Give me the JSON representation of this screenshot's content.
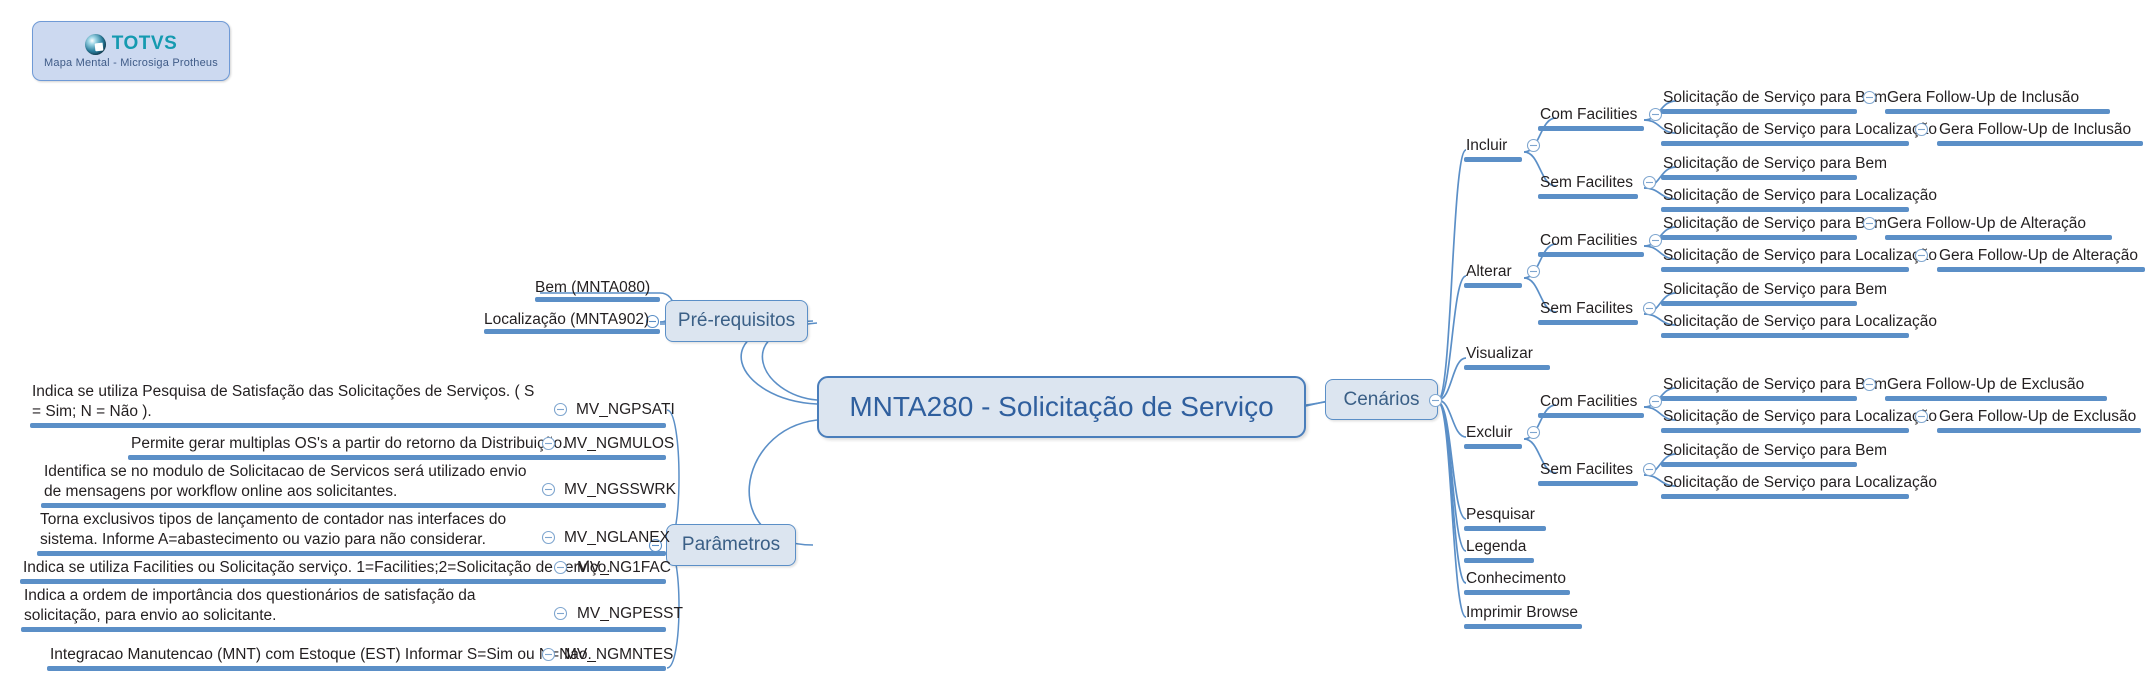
{
  "logo": {
    "brand": "TOTVS",
    "subtitle": "Mapa Mental - Microsiga Protheus",
    "mark_icon": "totvs-sphere-icon"
  },
  "colors": {
    "branch_line": "#5b8fc7",
    "node_fill": "#dce5f0",
    "node_border": "#4a7ebb",
    "central_text": "#2f5f9e",
    "leaf_text": "#231f20",
    "brand_teal": "#159ab0"
  },
  "central": {
    "label": "MNTA280 - Solicitação de Serviço"
  },
  "branches": {
    "prerequisitos": {
      "label": "Pré-requisitos",
      "children": [
        {
          "label": "Bem (MNTA080)"
        },
        {
          "label": "Localização (MNTA902)"
        }
      ]
    },
    "parametros": {
      "label": "Parâmetros",
      "children": [
        {
          "desc": "Indica se utiliza Pesquisa de Satisfação das Solicitações de Serviços. ( S = Sim; N = Não ).",
          "code": "MV_NGPSATI"
        },
        {
          "desc": "Permite gerar multiplas OS's a partir do retorno da Distribuição.",
          "code": "MV_NGMULOS"
        },
        {
          "desc": "Identifica se no modulo de Solicitacao de Servicos será utilizado envio de mensagens por workflow online aos solicitantes.",
          "code": "MV_NGSSWRK"
        },
        {
          "desc": "Torna exclusivos tipos de lançamento de contador  nas interfaces do sistema. Informe A=abastecimento ou vazio para não considerar.",
          "code": "MV_NGLANEX"
        },
        {
          "desc": "Indica se utiliza Facilities ou Solicitação  serviço. 1=Facilities;2=Solicitação de serviço.",
          "code": "MV_NG1FAC"
        },
        {
          "desc": "Indica a ordem de importância dos questionários de satisfação da solicitação, para envio ao solicitante.",
          "code": "MV_NGPESST"
        },
        {
          "desc": "Integracao Manutencao (MNT) com Estoque (EST) Informar S=Sim ou N=Nao.",
          "code": "MV_NGMNTES"
        }
      ]
    },
    "cenarios": {
      "label": "Cenários",
      "items": [
        {
          "label": "Incluir",
          "groups": [
            {
              "label": "Com Facilities",
              "rows": [
                {
                  "label": "Solicitação de Serviço para Bem",
                  "followup": "Gera Follow-Up de Inclusão"
                },
                {
                  "label": "Solicitação de Serviço para Localização",
                  "followup": "Gera Follow-Up de Inclusão"
                }
              ]
            },
            {
              "label": "Sem Facilites",
              "rows": [
                {
                  "label": "Solicitação de Serviço para Bem",
                  "followup": ""
                },
                {
                  "label": "Solicitação de Serviço para Localização",
                  "followup": ""
                }
              ]
            }
          ]
        },
        {
          "label": "Alterar",
          "groups": [
            {
              "label": "Com Facilities",
              "rows": [
                {
                  "label": "Solicitação de Serviço para Bem",
                  "followup": "Gera Follow-Up de Alteração"
                },
                {
                  "label": "Solicitação de Serviço para Localização",
                  "followup": "Gera Follow-Up de Alteração"
                }
              ]
            },
            {
              "label": "Sem Facilites",
              "rows": [
                {
                  "label": "Solicitação de Serviço para Bem",
                  "followup": ""
                },
                {
                  "label": "Solicitação de Serviço para Localização",
                  "followup": ""
                }
              ]
            }
          ]
        },
        {
          "label": "Visualizar",
          "groups": []
        },
        {
          "label": "Excluir",
          "groups": [
            {
              "label": "Com Facilities",
              "rows": [
                {
                  "label": "Solicitação de Serviço para Bem",
                  "followup": "Gera Follow-Up de Exclusão"
                },
                {
                  "label": "Solicitação de Serviço para Localização",
                  "followup": "Gera Follow-Up de Exclusão"
                }
              ]
            },
            {
              "label": "Sem Facilites",
              "rows": [
                {
                  "label": "Solicitação de Serviço para Bem",
                  "followup": ""
                },
                {
                  "label": "Solicitação de Serviço para Localização",
                  "followup": ""
                }
              ]
            }
          ]
        },
        {
          "label": "Pesquisar",
          "groups": []
        },
        {
          "label": "Legenda",
          "groups": []
        },
        {
          "label": "Conhecimento",
          "groups": []
        },
        {
          "label": "Imprimir Browse",
          "groups": []
        }
      ]
    }
  }
}
